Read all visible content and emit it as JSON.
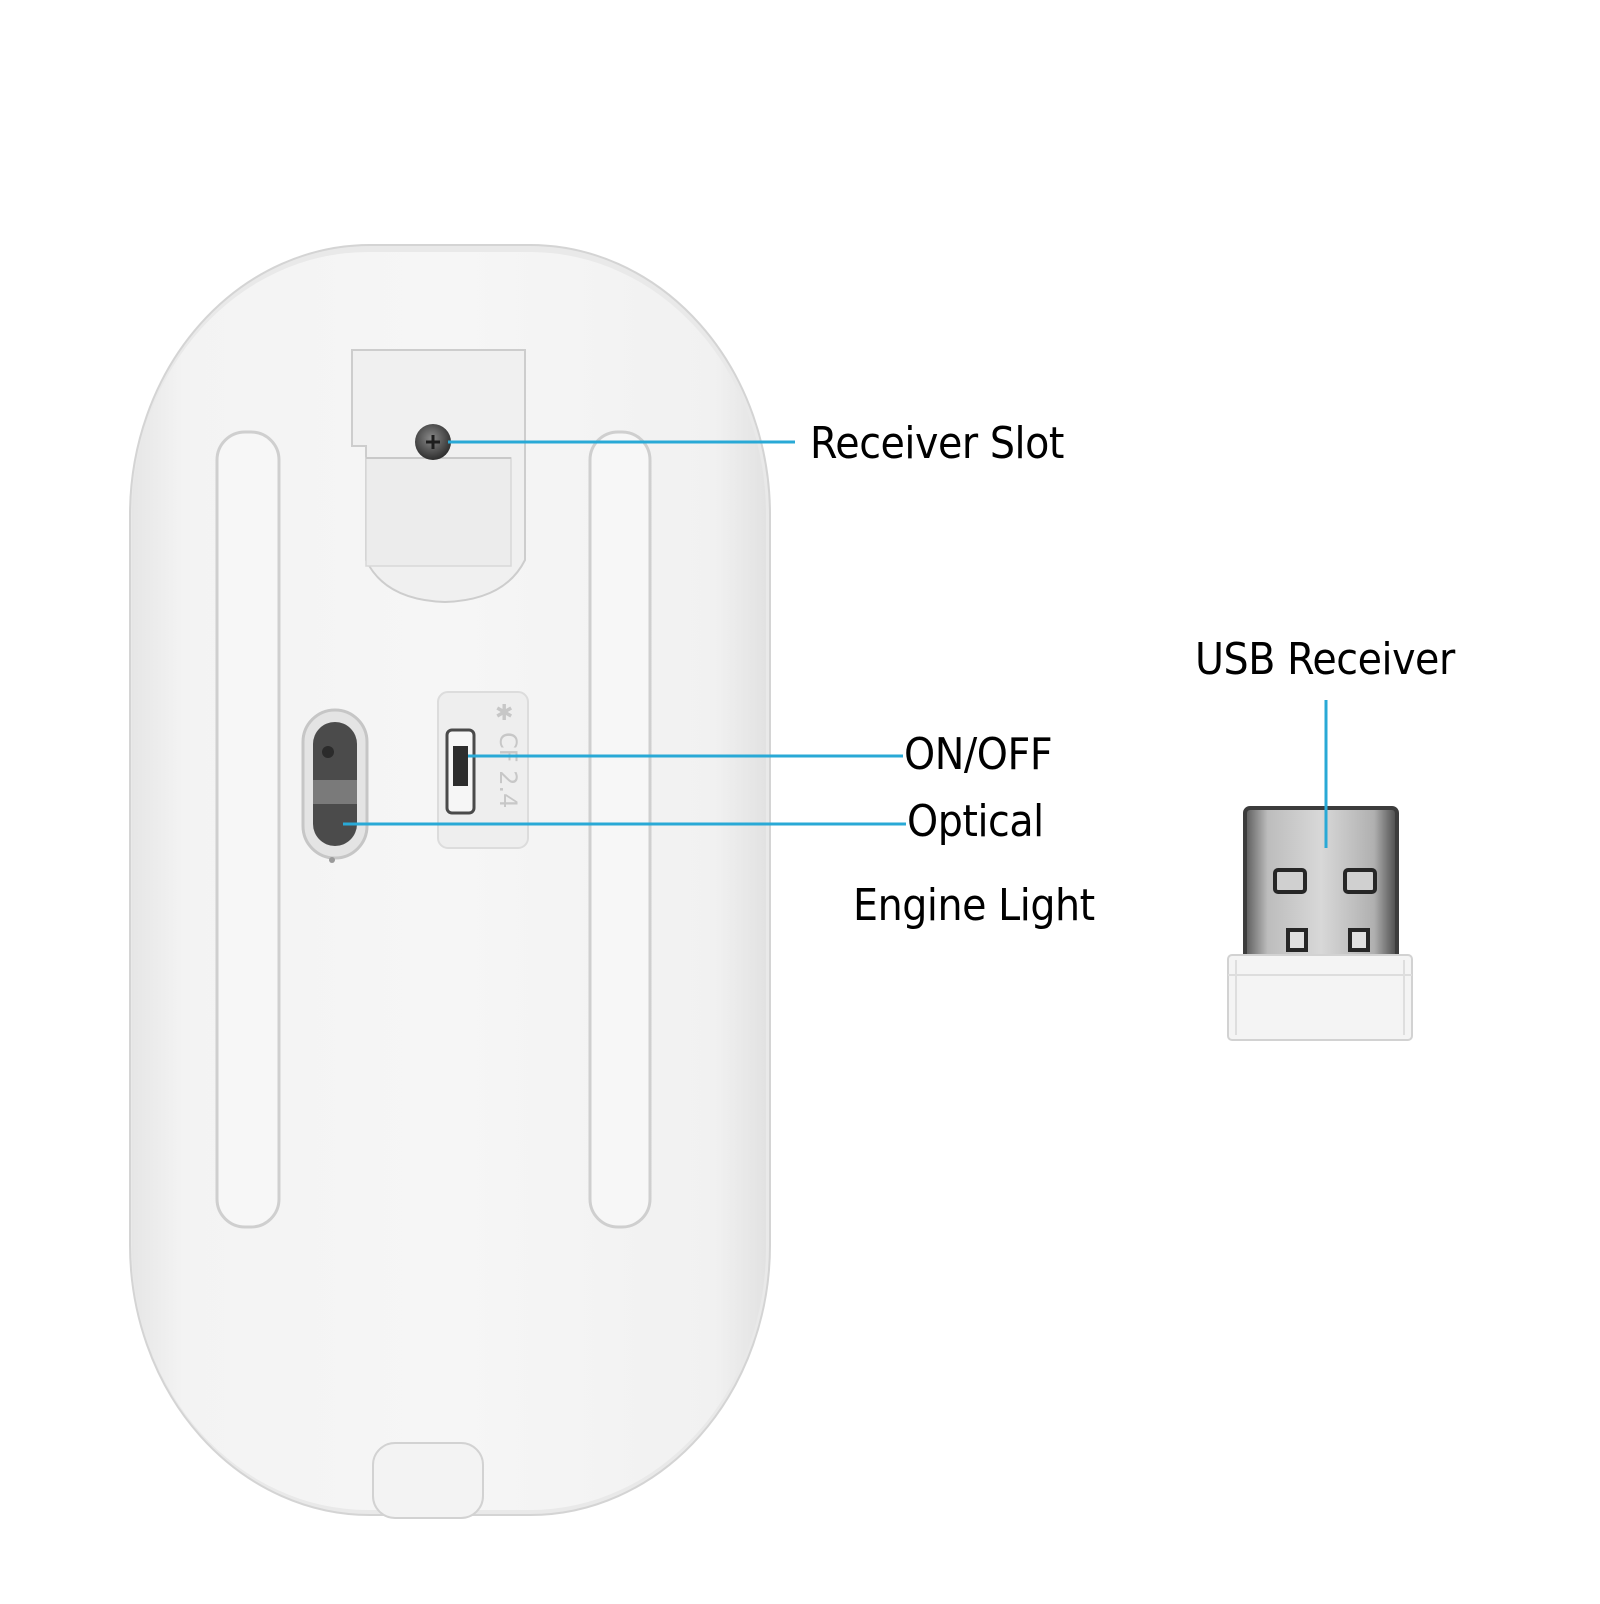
{
  "callouts": {
    "receiver_slot": "Receiver Slot",
    "on_off": "ON/OFF",
    "optical": "Optical",
    "engine_light": "Engine Light",
    "usb_receiver": "USB Receiver"
  },
  "switch_marking": "CF 2.4",
  "colors": {
    "callout_line": "#29a9d6",
    "mouse_body": "#f3f3f3",
    "text": "#000000"
  }
}
